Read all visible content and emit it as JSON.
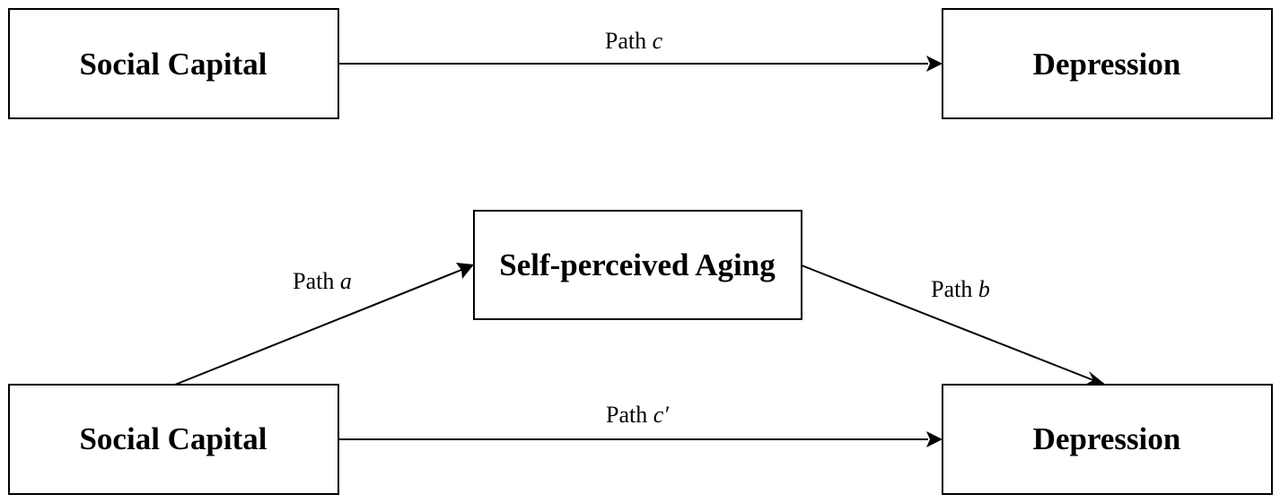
{
  "total_effect": {
    "predictor": "Social Capital",
    "outcome": "Depression",
    "path_c": {
      "prefix": "Path ",
      "symbol": "c"
    }
  },
  "mediation_model": {
    "predictor": "Social Capital",
    "mediator": "Self-perceived Aging",
    "outcome": "Depression",
    "path_a": {
      "prefix": "Path ",
      "symbol": "a"
    },
    "path_b": {
      "prefix": "Path ",
      "symbol": "b"
    },
    "path_c_prime": {
      "prefix": "Path ",
      "symbol": "c′"
    }
  },
  "colors": {
    "stroke": "#000000",
    "background": "#ffffff"
  }
}
